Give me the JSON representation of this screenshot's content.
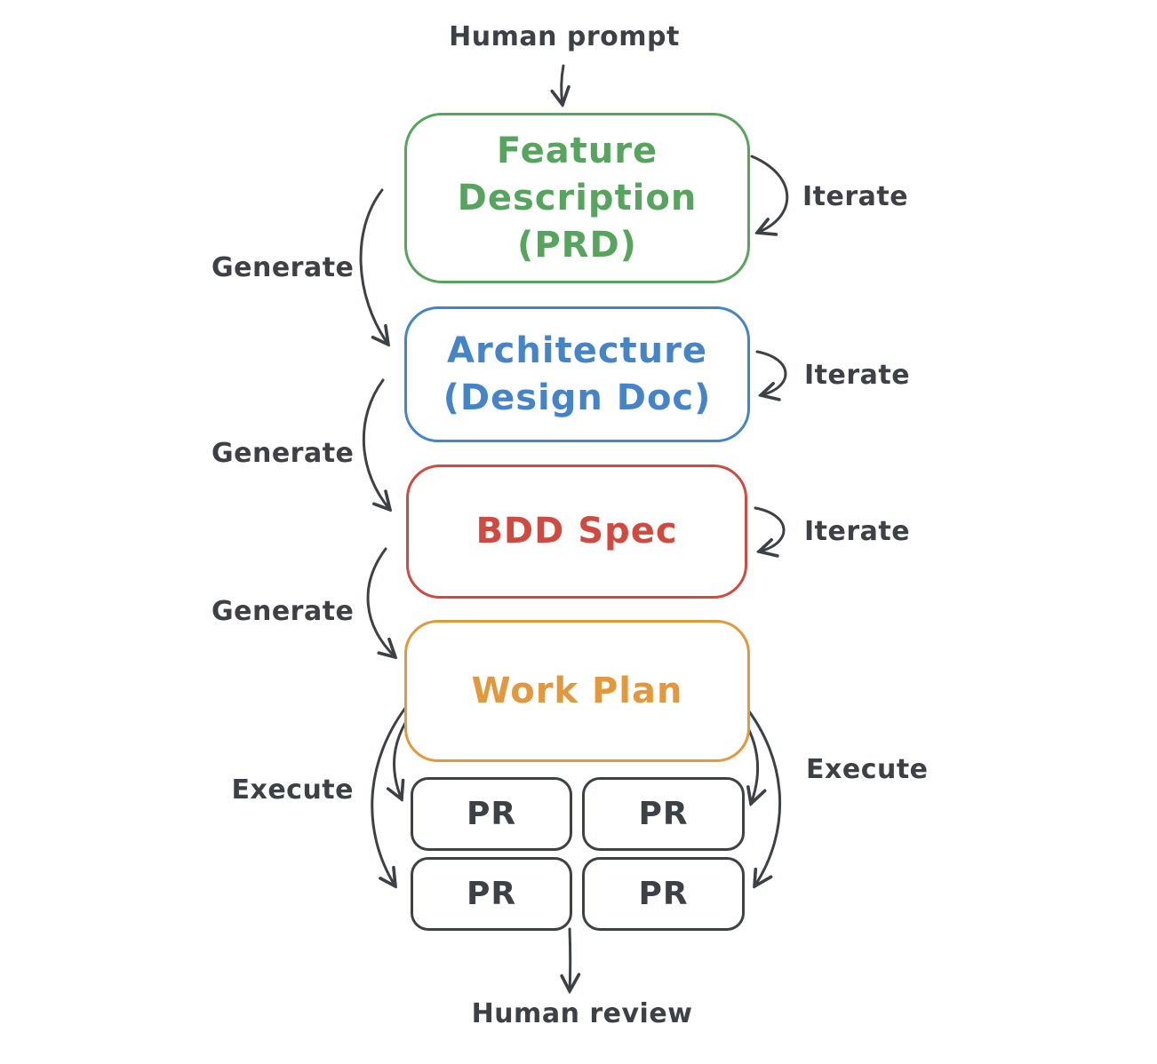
{
  "title": "AI-assisted development workflow diagram",
  "colors": {
    "ink": "#3d4045",
    "green": "#57a45e",
    "blue": "#4584c7",
    "red": "#d04a40",
    "orange": "#e2993d",
    "background": "#ffffff"
  },
  "labels": {
    "top": "Human prompt",
    "bottom": "Human review",
    "generate": "Generate",
    "iterate": "Iterate",
    "execute": "Execute"
  },
  "nodes": {
    "feature": {
      "lines": [
        "Feature",
        "Description",
        "(PRD)"
      ],
      "color": "#57a45e"
    },
    "architecture": {
      "lines": [
        "Architecture",
        "(Design Doc)"
      ],
      "color": "#4584c7"
    },
    "bdd": {
      "lines": [
        "BDD Spec"
      ],
      "color": "#d04a40"
    },
    "workplan": {
      "lines": [
        "Work Plan"
      ],
      "color": "#e2993d"
    },
    "pr": {
      "label": "PR"
    }
  },
  "flow": [
    "Human prompt -> Feature Description (PRD) [Generate, Iterate]",
    "Feature Description (PRD) -> Architecture (Design Doc) [Generate, Iterate]",
    "Architecture (Design Doc) -> BDD Spec [Generate, Iterate]",
    "BDD Spec -> Work Plan [Generate]",
    "Work Plan -> PR x4 [Execute]",
    "PR x4 -> Human review"
  ]
}
